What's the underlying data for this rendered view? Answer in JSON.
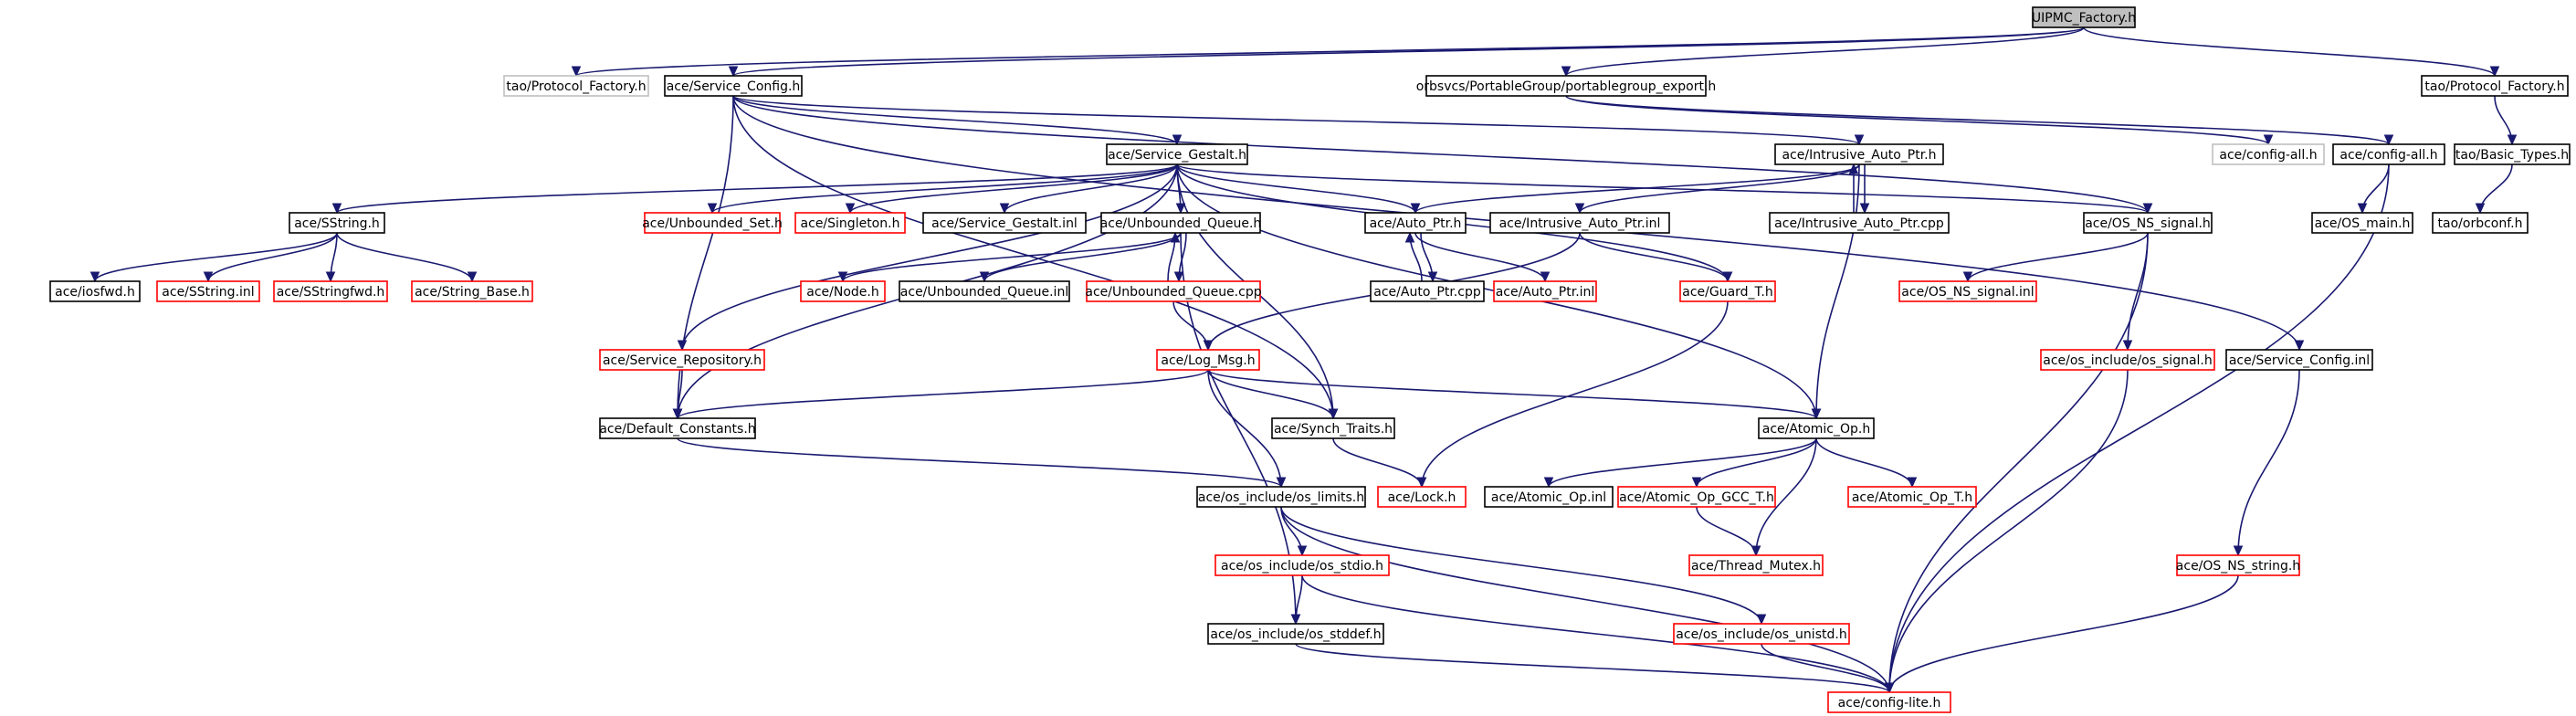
{
  "diagram": {
    "nodes": [
      {
        "id": "uipmc_factory",
        "label": "UIPMC_Factory.h",
        "style": "root"
      },
      {
        "id": "tao_protocol_factory_gray",
        "label": "tao/Protocol_Factory.h",
        "style": "gray"
      },
      {
        "id": "service_config_h",
        "label": "ace/Service_Config.h",
        "style": "black"
      },
      {
        "id": "portablegroup_export",
        "label": "orbsvcs/PortableGroup/portablegroup_export.h",
        "style": "black"
      },
      {
        "id": "tao_protocol_factory",
        "label": "tao/Protocol_Factory.h",
        "style": "black"
      },
      {
        "id": "service_gestalt_h",
        "label": "ace/Service_Gestalt.h",
        "style": "black"
      },
      {
        "id": "intrusive_auto_ptr_h",
        "label": "ace/Intrusive_Auto_Ptr.h",
        "style": "black"
      },
      {
        "id": "config_all_gray",
        "label": "ace/config-all.h",
        "style": "gray"
      },
      {
        "id": "config_all",
        "label": "ace/config-all.h",
        "style": "black"
      },
      {
        "id": "basic_types",
        "label": "tao/Basic_Types.h",
        "style": "black"
      },
      {
        "id": "sstring_h",
        "label": "ace/SString.h",
        "style": "black"
      },
      {
        "id": "unbounded_set",
        "label": "ace/Unbounded_Set.h",
        "style": "red"
      },
      {
        "id": "singleton",
        "label": "ace/Singleton.h",
        "style": "red"
      },
      {
        "id": "service_gestalt_inl",
        "label": "ace/Service_Gestalt.inl",
        "style": "black"
      },
      {
        "id": "unbounded_queue_h",
        "label": "ace/Unbounded_Queue.h",
        "style": "black"
      },
      {
        "id": "auto_ptr_h",
        "label": "ace/Auto_Ptr.h",
        "style": "black"
      },
      {
        "id": "intrusive_auto_ptr_inl",
        "label": "ace/Intrusive_Auto_Ptr.inl",
        "style": "black"
      },
      {
        "id": "intrusive_auto_ptr_cpp",
        "label": "ace/Intrusive_Auto_Ptr.cpp",
        "style": "black"
      },
      {
        "id": "os_ns_signal_h",
        "label": "ace/OS_NS_signal.h",
        "style": "black"
      },
      {
        "id": "os_main",
        "label": "ace/OS_main.h",
        "style": "black"
      },
      {
        "id": "orbconf",
        "label": "tao/orbconf.h",
        "style": "black"
      },
      {
        "id": "iosfwd",
        "label": "ace/iosfwd.h",
        "style": "black"
      },
      {
        "id": "sstring_inl",
        "label": "ace/SString.inl",
        "style": "red"
      },
      {
        "id": "sstringfwd",
        "label": "ace/SStringfwd.h",
        "style": "red"
      },
      {
        "id": "string_base",
        "label": "ace/String_Base.h",
        "style": "red"
      },
      {
        "id": "node_h",
        "label": "ace/Node.h",
        "style": "red"
      },
      {
        "id": "unbounded_queue_inl",
        "label": "ace/Unbounded_Queue.inl",
        "style": "black"
      },
      {
        "id": "unbounded_queue_cpp",
        "label": "ace/Unbounded_Queue.cpp",
        "style": "red"
      },
      {
        "id": "auto_ptr_cpp",
        "label": "ace/Auto_Ptr.cpp",
        "style": "black"
      },
      {
        "id": "auto_ptr_inl",
        "label": "ace/Auto_Ptr.inl",
        "style": "red"
      },
      {
        "id": "guard_t",
        "label": "ace/Guard_T.h",
        "style": "red"
      },
      {
        "id": "os_ns_signal_inl",
        "label": "ace/OS_NS_signal.inl",
        "style": "red"
      },
      {
        "id": "service_repository",
        "label": "ace/Service_Repository.h",
        "style": "red"
      },
      {
        "id": "log_msg",
        "label": "ace/Log_Msg.h",
        "style": "red"
      },
      {
        "id": "os_include_signal",
        "label": "ace/os_include/os_signal.h",
        "style": "red"
      },
      {
        "id": "service_config_inl",
        "label": "ace/Service_Config.inl",
        "style": "black"
      },
      {
        "id": "default_constants",
        "label": "ace/Default_Constants.h",
        "style": "black"
      },
      {
        "id": "synch_traits",
        "label": "ace/Synch_Traits.h",
        "style": "black"
      },
      {
        "id": "atomic_op_h",
        "label": "ace/Atomic_Op.h",
        "style": "black"
      },
      {
        "id": "os_limits",
        "label": "ace/os_include/os_limits.h",
        "style": "black"
      },
      {
        "id": "lock_h",
        "label": "ace/Lock.h",
        "style": "red"
      },
      {
        "id": "atomic_op_inl",
        "label": "ace/Atomic_Op.inl",
        "style": "black"
      },
      {
        "id": "atomic_op_gcc_t",
        "label": "ace/Atomic_Op_GCC_T.h",
        "style": "red"
      },
      {
        "id": "atomic_op_t",
        "label": "ace/Atomic_Op_T.h",
        "style": "red"
      },
      {
        "id": "os_stdio",
        "label": "ace/os_include/os_stdio.h",
        "style": "red"
      },
      {
        "id": "thread_mutex",
        "label": "ace/Thread_Mutex.h",
        "style": "red"
      },
      {
        "id": "os_ns_string",
        "label": "ace/OS_NS_string.h",
        "style": "red"
      },
      {
        "id": "os_unistd",
        "label": "ace/os_include/os_unistd.h",
        "style": "red"
      },
      {
        "id": "os_stddef",
        "label": "ace/os_include/os_stddef.h",
        "style": "black"
      },
      {
        "id": "config_lite",
        "label": "ace/config-lite.h",
        "style": "red"
      }
    ],
    "edges": [
      [
        "uipmc_factory",
        "tao_protocol_factory_gray"
      ],
      [
        "uipmc_factory",
        "service_config_h"
      ],
      [
        "uipmc_factory",
        "portablegroup_export"
      ],
      [
        "uipmc_factory",
        "tao_protocol_factory"
      ],
      [
        "service_config_h",
        "service_gestalt_h"
      ],
      [
        "service_config_h",
        "intrusive_auto_ptr_h"
      ],
      [
        "service_config_h",
        "os_ns_signal_h"
      ],
      [
        "service_config_h",
        "service_config_inl"
      ],
      [
        "service_config_h",
        "default_constants"
      ],
      [
        "service_config_h",
        "synch_traits"
      ],
      [
        "portablegroup_export",
        "config_all_gray"
      ],
      [
        "portablegroup_export",
        "config_all"
      ],
      [
        "tao_protocol_factory",
        "basic_types"
      ],
      [
        "basic_types",
        "orbconf"
      ],
      [
        "config_all",
        "os_main"
      ],
      [
        "config_all",
        "config_lite"
      ],
      [
        "service_gestalt_h",
        "sstring_h"
      ],
      [
        "service_gestalt_h",
        "unbounded_set"
      ],
      [
        "service_gestalt_h",
        "singleton"
      ],
      [
        "service_gestalt_h",
        "service_gestalt_inl"
      ],
      [
        "service_gestalt_h",
        "unbounded_queue_h"
      ],
      [
        "service_gestalt_h",
        "auto_ptr_h"
      ],
      [
        "service_gestalt_h",
        "os_ns_signal_h"
      ],
      [
        "service_gestalt_h",
        "service_repository"
      ],
      [
        "service_gestalt_h",
        "default_constants"
      ],
      [
        "service_gestalt_h",
        "synch_traits"
      ],
      [
        "service_gestalt_h",
        "guard_t"
      ],
      [
        "service_gestalt_h",
        "atomic_op_h"
      ],
      [
        "intrusive_auto_ptr_h",
        "auto_ptr_h"
      ],
      [
        "intrusive_auto_ptr_h",
        "intrusive_auto_ptr_inl"
      ],
      [
        "intrusive_auto_ptr_h",
        "intrusive_auto_ptr_cpp"
      ],
      [
        "intrusive_auto_ptr_h",
        "atomic_op_h"
      ],
      [
        "intrusive_auto_ptr_cpp",
        "intrusive_auto_ptr_h"
      ],
      [
        "sstring_h",
        "iosfwd"
      ],
      [
        "sstring_h",
        "sstring_inl"
      ],
      [
        "sstring_h",
        "sstringfwd"
      ],
      [
        "sstring_h",
        "string_base"
      ],
      [
        "unbounded_queue_h",
        "node_h"
      ],
      [
        "unbounded_queue_h",
        "unbounded_queue_inl"
      ],
      [
        "unbounded_queue_h",
        "unbounded_queue_cpp"
      ],
      [
        "unbounded_queue_h",
        "os_stddef"
      ],
      [
        "unbounded_queue_cpp",
        "unbounded_queue_h"
      ],
      [
        "unbounded_queue_cpp",
        "log_msg"
      ],
      [
        "auto_ptr_h",
        "auto_ptr_cpp"
      ],
      [
        "auto_ptr_h",
        "auto_ptr_inl"
      ],
      [
        "auto_ptr_cpp",
        "auto_ptr_h"
      ],
      [
        "intrusive_auto_ptr_inl",
        "guard_t"
      ],
      [
        "intrusive_auto_ptr_inl",
        "log_msg"
      ],
      [
        "guard_t",
        "lock_h"
      ],
      [
        "os_ns_signal_h",
        "os_ns_signal_inl"
      ],
      [
        "os_ns_signal_h",
        "os_include_signal"
      ],
      [
        "os_ns_signal_h",
        "config_lite"
      ],
      [
        "os_include_signal",
        "config_lite"
      ],
      [
        "service_repository",
        "default_constants"
      ],
      [
        "log_msg",
        "default_constants"
      ],
      [
        "log_msg",
        "synch_traits"
      ],
      [
        "log_msg",
        "atomic_op_h"
      ],
      [
        "log_msg",
        "os_limits"
      ],
      [
        "service_config_inl",
        "os_ns_string"
      ],
      [
        "os_ns_string",
        "config_lite"
      ],
      [
        "default_constants",
        "os_limits"
      ],
      [
        "synch_traits",
        "lock_h"
      ],
      [
        "atomic_op_h",
        "atomic_op_inl"
      ],
      [
        "atomic_op_h",
        "atomic_op_gcc_t"
      ],
      [
        "atomic_op_h",
        "atomic_op_t"
      ],
      [
        "atomic_op_h",
        "thread_mutex"
      ],
      [
        "atomic_op_gcc_t",
        "thread_mutex"
      ],
      [
        "os_limits",
        "os_stdio"
      ],
      [
        "os_limits",
        "os_unistd"
      ],
      [
        "os_limits",
        "config_lite"
      ],
      [
        "os_stdio",
        "os_stddef"
      ],
      [
        "os_stdio",
        "config_lite"
      ],
      [
        "os_unistd",
        "config_lite"
      ],
      [
        "os_stddef",
        "config_lite"
      ]
    ]
  }
}
